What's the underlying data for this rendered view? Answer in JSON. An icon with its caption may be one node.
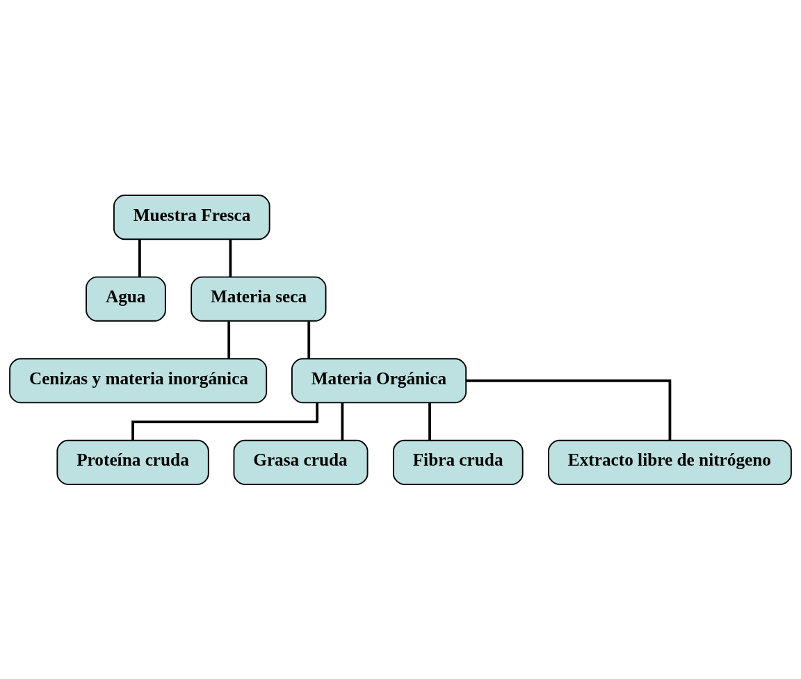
{
  "diagram": {
    "nodes": [
      {
        "text": [
          "Muestra Fresca"
        ]
      },
      {
        "text": [
          "Agua"
        ]
      },
      {
        "text": [
          "Materia seca"
        ]
      },
      {
        "text": [
          "Cenizas y materia inorgánica"
        ]
      },
      {
        "text": [
          "Materia Orgánica"
        ]
      },
      {
        "text": [
          "Proteína cruda"
        ]
      },
      {
        "text": [
          "Grasa cruda"
        ]
      },
      {
        "text": [
          "Fibra cruda"
        ]
      },
      {
        "text": [
          "Extracto libre de nitrógeno"
        ]
      }
    ],
    "edges": [
      {
        "from": 0,
        "to": 1,
        "arrow": "none"
      },
      {
        "from": 0,
        "to": 2,
        "arrow": "none"
      },
      {
        "from": 2,
        "to": 3,
        "arrow": "none"
      },
      {
        "from": 2,
        "to": 4,
        "arrow": "none"
      },
      {
        "from": 4,
        "to": 5,
        "arrow": "none"
      },
      {
        "from": 4,
        "to": 6,
        "arrow": "none"
      },
      {
        "from": 4,
        "to": 7,
        "arrow": "none"
      },
      {
        "from": 4,
        "to": 8,
        "arrow": "none"
      }
    ]
  }
}
